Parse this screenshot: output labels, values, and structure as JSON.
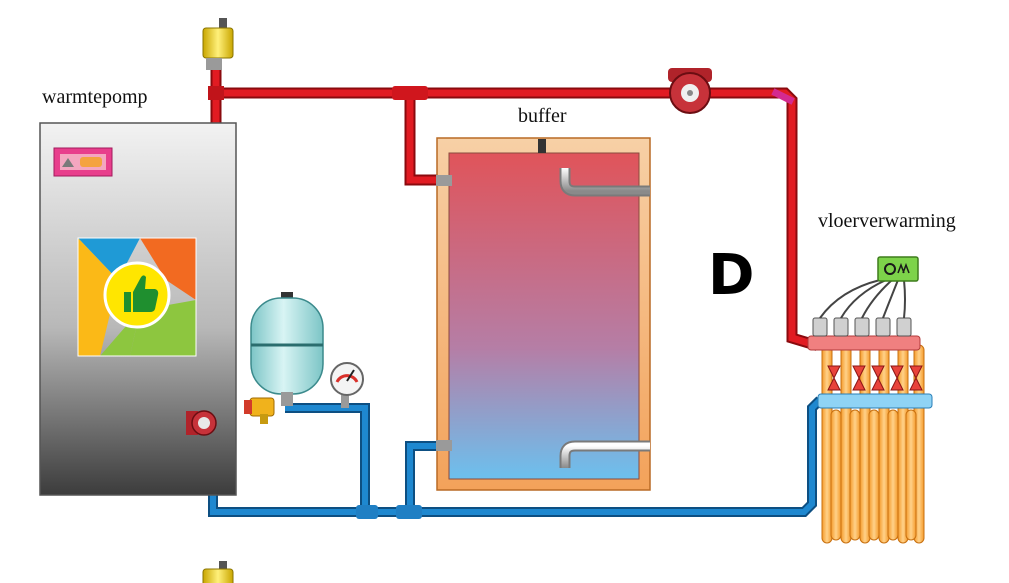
{
  "labels": {
    "heat_pump": "warmtepomp",
    "buffer": "buffer",
    "floor_heating": "vloerverwarming",
    "variant_letter": "D"
  },
  "colors": {
    "supply_pipe": "#e11b22",
    "return_pipe": "#1e88d0",
    "buffer_hot": "#e0545a",
    "buffer_cold": "#6cc0ee",
    "buffer_jacket": "#f6c189",
    "floor_loop": "#f7a43b",
    "expansion_vessel": "#a8dfe0",
    "controller": "#7dd34a"
  },
  "icons": {
    "heat_pump_badge": "thumbs-up-icon",
    "valve": "air-vent-valve-icon",
    "pump": "circulation-pump-icon",
    "gauge": "pressure-gauge-icon"
  }
}
